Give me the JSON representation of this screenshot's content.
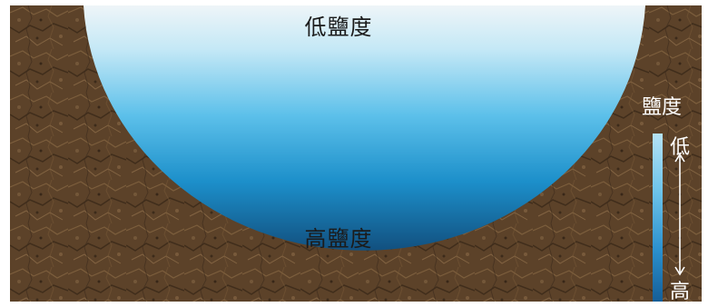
{
  "lake": {
    "top_label": "低鹽度",
    "bottom_label": "高鹽度"
  },
  "legend": {
    "title": "鹽度",
    "low_label": "低",
    "high_label": "高"
  },
  "colors": {
    "soil": "#5b4129",
    "water_top": "#eef5f8",
    "water_mid": "#5cc0ea",
    "water_bottom": "#12507f"
  }
}
